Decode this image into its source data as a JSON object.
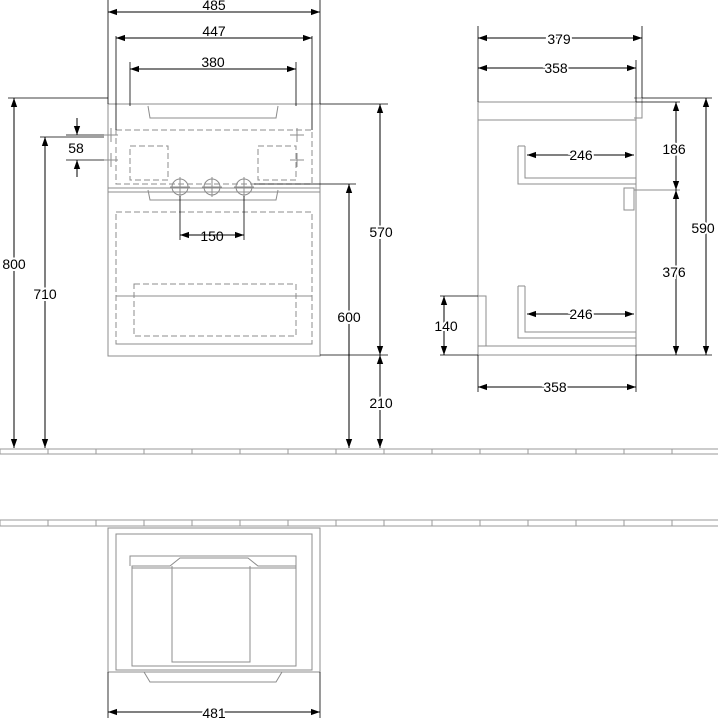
{
  "front_view": {
    "dims": {
      "width_outer": "485",
      "width_inner": "447",
      "width_handle": "380",
      "hole_spacing": "150",
      "offset_58": "58",
      "height_800": "800",
      "height_710": "710",
      "height_570": "570",
      "height_600": "600",
      "height_210": "210"
    }
  },
  "side_view": {
    "dims": {
      "depth_outer": "379",
      "depth_inner": "358",
      "drawer_depth_top": "246",
      "drawer_depth_bottom": "246",
      "height_186": "186",
      "height_376": "376",
      "height_590": "590",
      "height_140": "140",
      "depth_bottom": "358"
    }
  },
  "top_view": {
    "dims": {
      "width_481": "481"
    }
  }
}
